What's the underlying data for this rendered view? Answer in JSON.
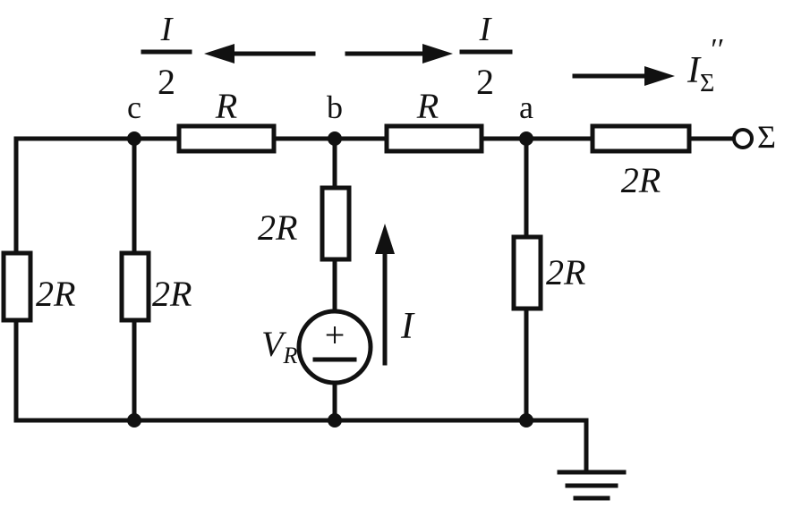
{
  "nodes": {
    "c": "c",
    "b": "b",
    "a": "a"
  },
  "resistors": {
    "cb": "R",
    "ba": "R",
    "a_out": "2R",
    "leftmost": "2R",
    "c_ground": "2R",
    "b_series": "2R",
    "a_ground": "2R"
  },
  "source": {
    "symbol": "V",
    "subscript": "R",
    "plus": "+"
  },
  "currents": {
    "left_numerator": "I",
    "left_denominator": "2",
    "right_numerator": "I",
    "right_denominator": "2",
    "out_main": "I",
    "out_sub": "Σ",
    "out_prime": "′′",
    "source_current": "I"
  },
  "terminal": {
    "label": "Σ"
  }
}
